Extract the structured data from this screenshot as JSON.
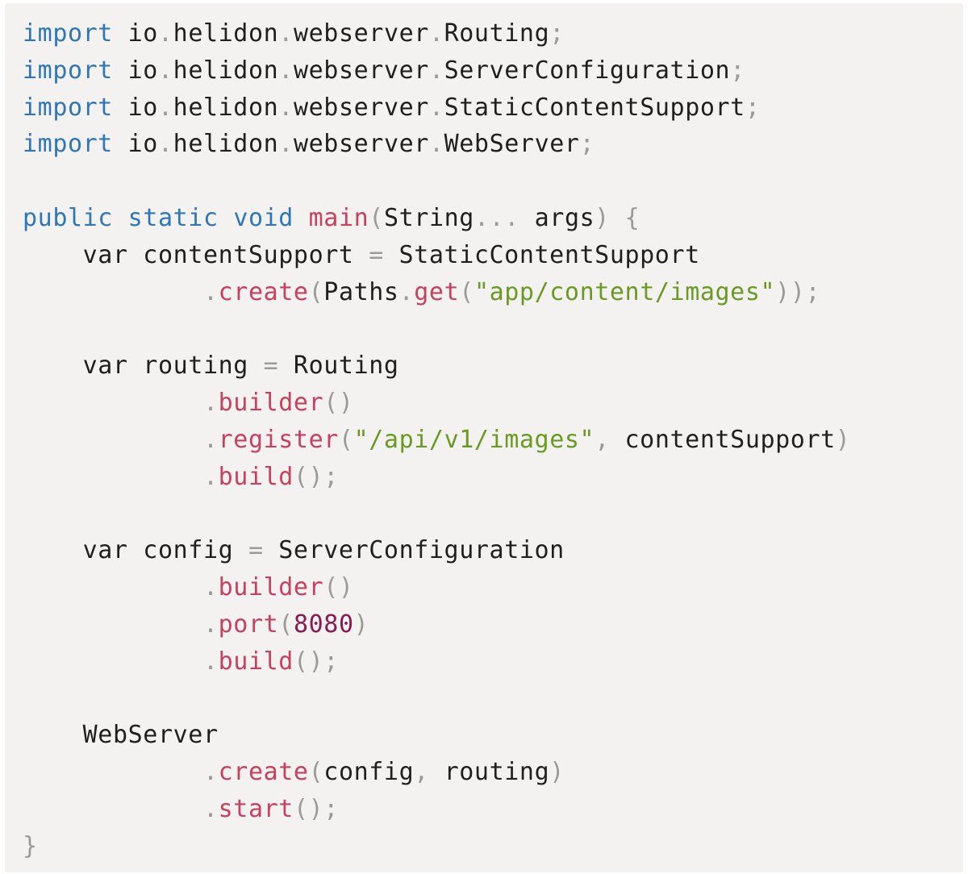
{
  "colors": {
    "panel_background": "#f3f2f1",
    "keyword": "#2f76b5",
    "method": "#c7405f",
    "string": "#6a9a23",
    "number": "#8b1a52",
    "punctuation": "#9a9a9a",
    "identifier": "#1f1f1f"
  },
  "code": {
    "language": "java",
    "lines": [
      [
        {
          "t": "import",
          "k": "kw"
        },
        {
          "t": " io",
          "k": "txt"
        },
        {
          "t": ".",
          "k": "pun"
        },
        {
          "t": "helidon",
          "k": "txt"
        },
        {
          "t": ".",
          "k": "pun"
        },
        {
          "t": "webserver",
          "k": "txt"
        },
        {
          "t": ".",
          "k": "pun"
        },
        {
          "t": "Routing",
          "k": "txt"
        },
        {
          "t": ";",
          "k": "pun"
        }
      ],
      [
        {
          "t": "import",
          "k": "kw"
        },
        {
          "t": " io",
          "k": "txt"
        },
        {
          "t": ".",
          "k": "pun"
        },
        {
          "t": "helidon",
          "k": "txt"
        },
        {
          "t": ".",
          "k": "pun"
        },
        {
          "t": "webserver",
          "k": "txt"
        },
        {
          "t": ".",
          "k": "pun"
        },
        {
          "t": "ServerConfiguration",
          "k": "txt"
        },
        {
          "t": ";",
          "k": "pun"
        }
      ],
      [
        {
          "t": "import",
          "k": "kw"
        },
        {
          "t": " io",
          "k": "txt"
        },
        {
          "t": ".",
          "k": "pun"
        },
        {
          "t": "helidon",
          "k": "txt"
        },
        {
          "t": ".",
          "k": "pun"
        },
        {
          "t": "webserver",
          "k": "txt"
        },
        {
          "t": ".",
          "k": "pun"
        },
        {
          "t": "StaticContentSupport",
          "k": "txt"
        },
        {
          "t": ";",
          "k": "pun"
        }
      ],
      [
        {
          "t": "import",
          "k": "kw"
        },
        {
          "t": " io",
          "k": "txt"
        },
        {
          "t": ".",
          "k": "pun"
        },
        {
          "t": "helidon",
          "k": "txt"
        },
        {
          "t": ".",
          "k": "pun"
        },
        {
          "t": "webserver",
          "k": "txt"
        },
        {
          "t": ".",
          "k": "pun"
        },
        {
          "t": "WebServer",
          "k": "txt"
        },
        {
          "t": ";",
          "k": "pun"
        }
      ],
      [],
      [
        {
          "t": "public",
          "k": "kw"
        },
        {
          "t": " ",
          "k": "txt"
        },
        {
          "t": "static",
          "k": "kw"
        },
        {
          "t": " ",
          "k": "txt"
        },
        {
          "t": "void",
          "k": "kw"
        },
        {
          "t": " ",
          "k": "txt"
        },
        {
          "t": "main",
          "k": "fn"
        },
        {
          "t": "(",
          "k": "pun"
        },
        {
          "t": "String",
          "k": "txt"
        },
        {
          "t": "...",
          "k": "pun"
        },
        {
          "t": " args",
          "k": "txt"
        },
        {
          "t": ")",
          "k": "pun"
        },
        {
          "t": " ",
          "k": "txt"
        },
        {
          "t": "{",
          "k": "pun"
        }
      ],
      [
        {
          "t": "    var contentSupport ",
          "k": "txt"
        },
        {
          "t": "=",
          "k": "pun"
        },
        {
          "t": " StaticContentSupport",
          "k": "txt"
        }
      ],
      [
        {
          "t": "            ",
          "k": "txt"
        },
        {
          "t": ".",
          "k": "pun"
        },
        {
          "t": "create",
          "k": "fn"
        },
        {
          "t": "(",
          "k": "pun"
        },
        {
          "t": "Paths",
          "k": "txt"
        },
        {
          "t": ".",
          "k": "pun"
        },
        {
          "t": "get",
          "k": "fn"
        },
        {
          "t": "(",
          "k": "pun"
        },
        {
          "t": "\"app/content/images\"",
          "k": "str"
        },
        {
          "t": "));",
          "k": "pun"
        }
      ],
      [],
      [
        {
          "t": "    var routing ",
          "k": "txt"
        },
        {
          "t": "=",
          "k": "pun"
        },
        {
          "t": " Routing",
          "k": "txt"
        }
      ],
      [
        {
          "t": "            ",
          "k": "txt"
        },
        {
          "t": ".",
          "k": "pun"
        },
        {
          "t": "builder",
          "k": "fn"
        },
        {
          "t": "()",
          "k": "pun"
        }
      ],
      [
        {
          "t": "            ",
          "k": "txt"
        },
        {
          "t": ".",
          "k": "pun"
        },
        {
          "t": "register",
          "k": "fn"
        },
        {
          "t": "(",
          "k": "pun"
        },
        {
          "t": "\"/api/v1/images\"",
          "k": "str"
        },
        {
          "t": ",",
          "k": "pun"
        },
        {
          "t": " contentSupport",
          "k": "txt"
        },
        {
          "t": ")",
          "k": "pun"
        }
      ],
      [
        {
          "t": "            ",
          "k": "txt"
        },
        {
          "t": ".",
          "k": "pun"
        },
        {
          "t": "build",
          "k": "fn"
        },
        {
          "t": "();",
          "k": "pun"
        }
      ],
      [],
      [
        {
          "t": "    var config ",
          "k": "txt"
        },
        {
          "t": "=",
          "k": "pun"
        },
        {
          "t": " ServerConfiguration",
          "k": "txt"
        }
      ],
      [
        {
          "t": "            ",
          "k": "txt"
        },
        {
          "t": ".",
          "k": "pun"
        },
        {
          "t": "builder",
          "k": "fn"
        },
        {
          "t": "()",
          "k": "pun"
        }
      ],
      [
        {
          "t": "            ",
          "k": "txt"
        },
        {
          "t": ".",
          "k": "pun"
        },
        {
          "t": "port",
          "k": "fn"
        },
        {
          "t": "(",
          "k": "pun"
        },
        {
          "t": "8080",
          "k": "num"
        },
        {
          "t": ")",
          "k": "pun"
        }
      ],
      [
        {
          "t": "            ",
          "k": "txt"
        },
        {
          "t": ".",
          "k": "pun"
        },
        {
          "t": "build",
          "k": "fn"
        },
        {
          "t": "();",
          "k": "pun"
        }
      ],
      [],
      [
        {
          "t": "    WebServer",
          "k": "txt"
        }
      ],
      [
        {
          "t": "            ",
          "k": "txt"
        },
        {
          "t": ".",
          "k": "pun"
        },
        {
          "t": "create",
          "k": "fn"
        },
        {
          "t": "(",
          "k": "pun"
        },
        {
          "t": "config",
          "k": "txt"
        },
        {
          "t": ",",
          "k": "pun"
        },
        {
          "t": " routing",
          "k": "txt"
        },
        {
          "t": ")",
          "k": "pun"
        }
      ],
      [
        {
          "t": "            ",
          "k": "txt"
        },
        {
          "t": ".",
          "k": "pun"
        },
        {
          "t": "start",
          "k": "fn"
        },
        {
          "t": "();",
          "k": "pun"
        }
      ],
      [
        {
          "t": "}",
          "k": "pun"
        }
      ]
    ]
  }
}
